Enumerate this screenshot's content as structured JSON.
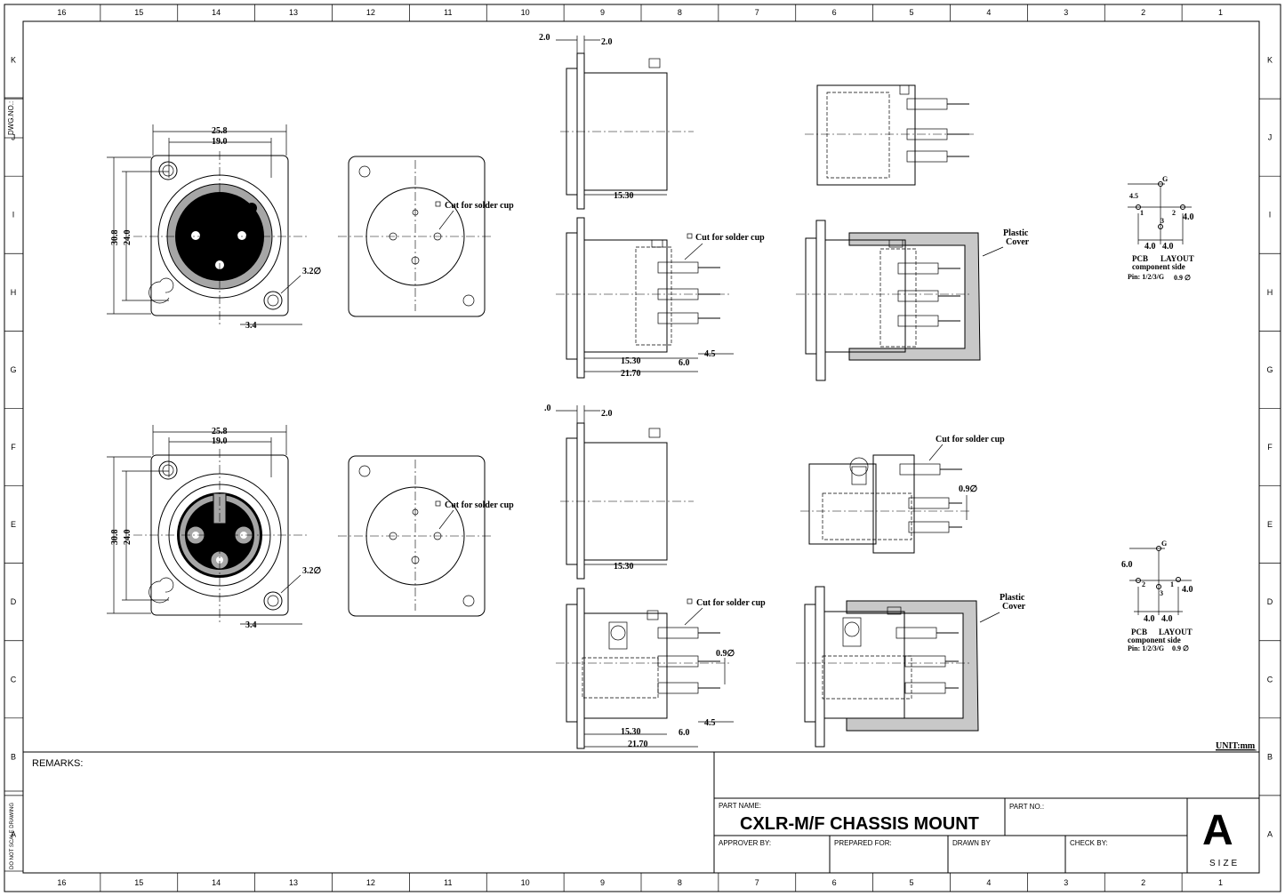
{
  "grid": {
    "columns": [
      "16",
      "15",
      "14",
      "13",
      "12",
      "11",
      "10",
      "9",
      "8",
      "7",
      "6",
      "5",
      "4",
      "3",
      "2",
      "1"
    ],
    "rows": [
      "K",
      "J",
      "I",
      "H",
      "G",
      "F",
      "E",
      "D",
      "C",
      "B",
      "A"
    ]
  },
  "side_labels": {
    "dwg_no": "DWG.NO.:",
    "do_not_scale": "DO NOT SCALE DRAWING"
  },
  "unit": "UNIT:mm",
  "title_block": {
    "remarks_label": "REMARKS:",
    "part_name_label": "PART NAME:",
    "part_name": "CXLR-M/F CHASSIS MOUNT",
    "part_no_label": "PART NO.:",
    "approver_label": "APPROVER BY:",
    "prepared_label": "PREPARED FOR:",
    "drawn_label": "DRAWN BY",
    "check_label": "CHECK BY:",
    "size_letter": "A",
    "size_label": "SIZE"
  },
  "male": {
    "dim_width_outer": "25.8",
    "dim_width_inner": "19.0",
    "dim_height_outer": "30.8",
    "dim_height_inner": "24.0",
    "dim_hole": "3.2∅",
    "dim_offset": "3.4",
    "cut_label": "Cut for solder cup",
    "side_dim_a": "2.0",
    "side_dim_b": "2.0",
    "side_dim_len": "15.30",
    "pcb_dim_len": "15.30",
    "pcb_dim_total": "21.70",
    "pcb_dim_pin": "6.0",
    "pcb_dim_gap": "4.5",
    "cover_label_1": "Plastic",
    "cover_label_2": "Cover",
    "cut_label_side": "Cut for solder cup"
  },
  "female": {
    "dim_width_outer": "25.8",
    "dim_width_inner": "19.0",
    "dim_height_outer": "30.8",
    "dim_height_inner": "24.0",
    "dim_hole": "3.2∅",
    "dim_offset": "3.4",
    "cut_label": "Cut for solder cup",
    "side_dim_a": ".0",
    "side_dim_b": "2.0",
    "side_dim_len": "15.30",
    "pcb_dim_len": "15.30",
    "pcb_dim_total": "21.70",
    "pcb_dim_pin": "6.0",
    "pcb_dim_gap": "4.5",
    "pin_dia": "0.9∅",
    "pin_dia_b": "0.9∅",
    "cover_label_1": "Plastic",
    "cover_label_2": "Cover",
    "cut_label_side": "Cut for solder cup",
    "cut_label_top": "Cut for solder cup"
  },
  "pcb_male": {
    "g": "G",
    "p1": "1",
    "p2": "2",
    "p3": "3",
    "d_v": "4.5",
    "d_h1": "4.0",
    "d_h2": "4.0",
    "d_r": "4.0",
    "title_a": "PCB",
    "title_b": "LAYOUT",
    "side": "component side",
    "pins": "Pin: 1/2/3/G",
    "dia": "0.9 ∅"
  },
  "pcb_female": {
    "g": "G",
    "p1": "1",
    "p2": "2",
    "p3": "3",
    "d_v": "6.0",
    "d_h1": "4.0",
    "d_h2": "4.0",
    "d_r": "4.0",
    "title_a": "PCB",
    "title_b": "LAYOUT",
    "side": "component side",
    "pins": "Pin: 1/2/3/G",
    "dia": "0.9 ∅"
  }
}
